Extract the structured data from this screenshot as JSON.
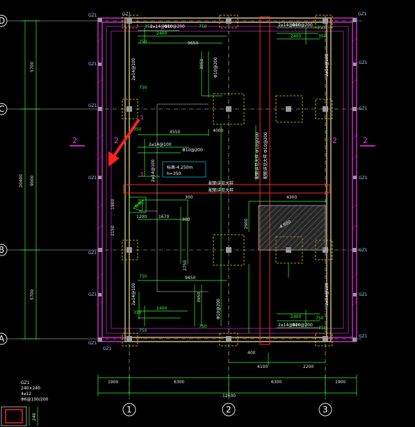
{
  "canvas": {
    "background": "#000000"
  },
  "colors": {
    "wall": "#ff33ff",
    "grid_line": "#ffffff",
    "beam": "#f2e68a",
    "dim_green": "#33ff33",
    "column_dash": "#e8d400",
    "red_band": "#ff2a2a",
    "cyan": "#00e5ff",
    "arrow": "#ff2020",
    "hatch": "#cfcfcf"
  },
  "axes_left": {
    "top_label": "D",
    "upper_label": "C",
    "middle_label": "B",
    "bottom_label": "A"
  },
  "axes_bottom": {
    "labels": [
      "1",
      "2",
      "3"
    ]
  },
  "left_dims": {
    "total": "20400",
    "seg_top": "5700",
    "seg_mid": "9000",
    "seg_bot": "5700"
  },
  "bottom_dims": {
    "seg_left_edge": "1900",
    "seg_1": "6300",
    "seg_2": "6300",
    "seg_right_edge": "1900",
    "total": "12600",
    "sub_a": "400",
    "sub_b": "4100",
    "sub_c": "2200"
  },
  "column_tag": "GZ1",
  "section_mark": "2",
  "dims": {
    "d2400": "2400",
    "d750": "750",
    "d350": "350",
    "d9650": "9650",
    "d3950": "3950",
    "d4550": "4550",
    "d4000": "4000",
    "d1200": "1200",
    "d1670": "1670",
    "d300": "300",
    "d2900": "2900",
    "d2750": "2750",
    "d4300": "4300",
    "d1900": "1900",
    "d2150": "2150"
  },
  "notes": {
    "beam_a": "2⌀14@100",
    "beam_b": "Φ10@200",
    "center_label": "标高-4.250m",
    "center_sub": "h=350",
    "band_label_1": "配筋详见大样",
    "band_label_2": "配筋详见大样",
    "vertical_label": "配筋详见大样 Φ10@200",
    "slope_tag": "标高",
    "hatch_tag": "-4.600"
  },
  "legend": {
    "line1": "GZ1",
    "line2": "240×240",
    "line3": "4⌀12",
    "line4": "Φ6@100/200",
    "box_dim": "240"
  }
}
